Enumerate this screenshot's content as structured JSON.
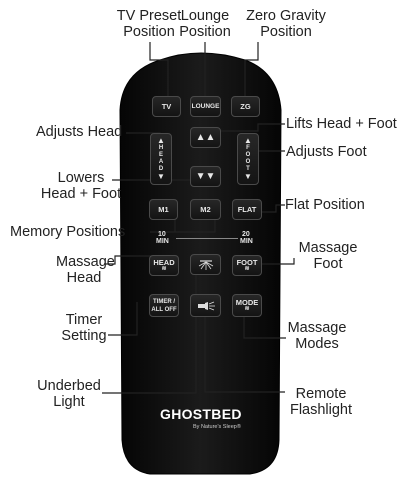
{
  "annotations": {
    "tv_preset": [
      "TV Preset",
      "Position"
    ],
    "lounge": [
      "Lounge",
      "Position"
    ],
    "zero_gravity": [
      "Zero Gravity",
      "Position"
    ],
    "adjusts_head": "Adjusts Head",
    "lifts_head_foot": "Lifts Head + Foot",
    "adjusts_foot": "Adjusts Foot",
    "lowers_head_foot": [
      "Lowers",
      "Head + Foot"
    ],
    "flat_position": "Flat Position",
    "memory_positions": "Memory Positions",
    "massage_head": [
      "Massage",
      "Head"
    ],
    "massage_foot": [
      "Massage",
      "Foot"
    ],
    "timer_setting": [
      "Timer",
      "Setting"
    ],
    "massage_modes": [
      "Massage",
      "Modes"
    ],
    "underbed_light": [
      "Underbed",
      "Light"
    ],
    "remote_flashlight": [
      "Remote",
      "Flashlight"
    ]
  },
  "remote": {
    "buttons": {
      "tv": "TV",
      "lounge": "LOUNGE",
      "zg": "ZG",
      "lift_arrows": "▲▲",
      "lower_arrows": "▼▼",
      "head_letters": [
        "H",
        "E",
        "A",
        "D"
      ],
      "foot_letters": [
        "F",
        "O",
        "O",
        "T"
      ],
      "m1": "M1",
      "m2": "M2",
      "flat": "FLAT",
      "massage_head": "HEAD",
      "massage_foot": "FOOT",
      "timer": [
        "TIMER /",
        "ALL OFF"
      ],
      "mode": "MODE"
    },
    "timer_strip": {
      "left_value": "10",
      "left_unit": "MIN",
      "right_value": "20",
      "right_unit": "MIN"
    },
    "brand": "GHOSTBED",
    "brand_sub": "By Nature's Sleep®"
  }
}
